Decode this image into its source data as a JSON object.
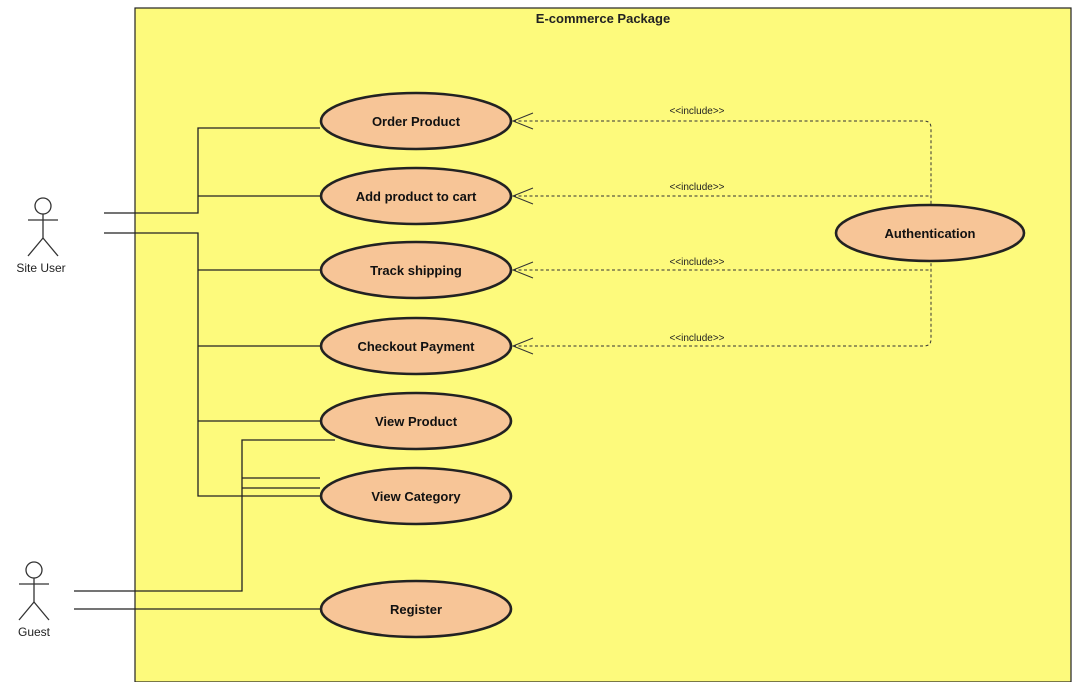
{
  "package": {
    "title": "E-commerce Package"
  },
  "actors": {
    "site_user": "Site User",
    "guest": "Guest"
  },
  "use_cases": {
    "order_product": "Order Product",
    "add_to_cart": "Add product to cart",
    "track_shipping": "Track shipping",
    "checkout_payment": "Checkout Payment",
    "view_product": "View Product",
    "view_category": "View Category",
    "register": "Register",
    "authentication": "Authentication"
  },
  "includes": {
    "order_product": "<<include>>",
    "add_to_cart": "<<include>>",
    "track_shipping": "<<include>>",
    "checkout_payment": "<<include>>"
  },
  "colors": {
    "package_fill": "#fdfa7c",
    "use_case_fill": "#f7c597",
    "line": "#222222"
  }
}
